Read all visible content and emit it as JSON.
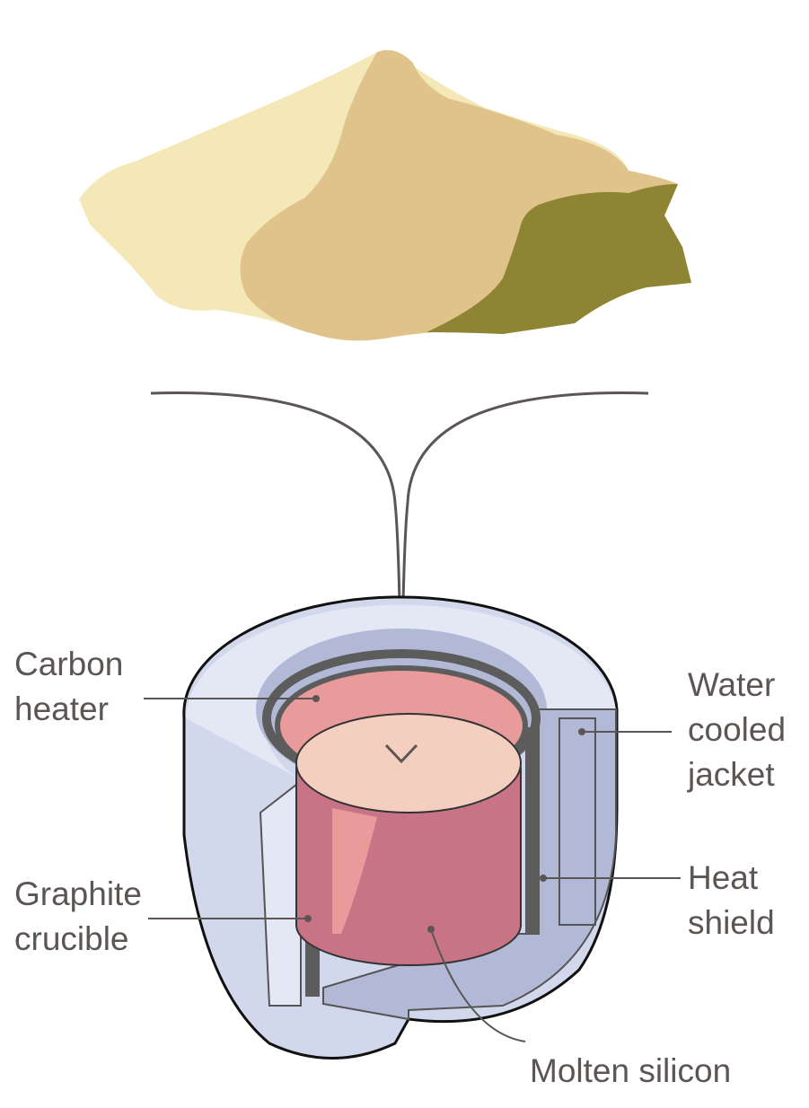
{
  "labels": {
    "carbon_heater": [
      "Carbon",
      "heater"
    ],
    "water_cooled_jacket": [
      "Water",
      "cooled",
      "jacket"
    ],
    "graphite_crucible": [
      "Graphite",
      "crucible"
    ],
    "heat_shield": [
      "Heat",
      "shield"
    ],
    "molten_silicon": "Molten silicon"
  },
  "colors": {
    "sand_light": "#f5e8b8",
    "sand_mid": "#e0c38a",
    "sand_dark": "#8e8534",
    "jacket_light": "#e4e8f5",
    "jacket_mid": "#d2d8ec",
    "jacket_dark": "#b2b9d6",
    "silicon_top": "#f4cfc0",
    "silicon_body": "#c87386",
    "heater_pink": "#e99a9a",
    "graphite": "#5c5c5c",
    "text": "#5b5654"
  }
}
